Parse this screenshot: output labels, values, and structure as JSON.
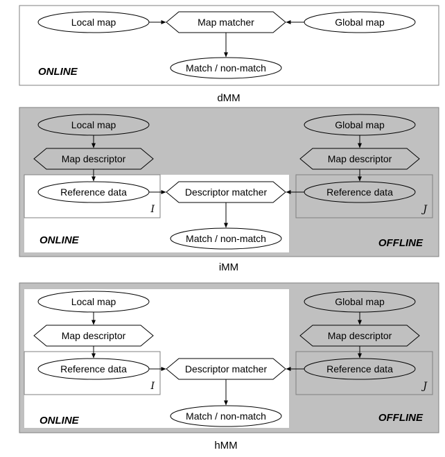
{
  "diagrams": [
    {
      "caption": "dMM",
      "mode_online": "ONLINE",
      "nodes": {
        "local_map": "Local map",
        "map_matcher": "Map matcher",
        "global_map": "Global map",
        "match": "Match / non-match"
      }
    },
    {
      "caption": "iMM",
      "mode_online": "ONLINE",
      "mode_offline": "OFFLINE",
      "nodes": {
        "local_map": "Local map",
        "global_map": "Global map",
        "map_descriptor_left": "Map descriptor",
        "map_descriptor_right": "Map descriptor",
        "reference_data_left": "Reference data",
        "reference_data_right": "Reference data",
        "descriptor_matcher": "Descriptor matcher",
        "match": "Match / non-match",
        "set_i": "I",
        "set_j": "J"
      }
    },
    {
      "caption": "hMM",
      "mode_online": "ONLINE",
      "mode_offline": "OFFLINE",
      "nodes": {
        "local_map": "Local map",
        "global_map": "Global map",
        "map_descriptor_left": "Map descriptor",
        "map_descriptor_right": "Map descriptor",
        "reference_data_left": "Reference data",
        "reference_data_right": "Reference data",
        "descriptor_matcher": "Descriptor matcher",
        "match": "Match / non-match",
        "set_i": "I",
        "set_j": "J"
      }
    }
  ],
  "colors": {
    "offline_bg": "#c0c0c0",
    "online_bg": "#ffffff",
    "stroke": "#000000",
    "frame_stroke": "#7f7f7f"
  }
}
